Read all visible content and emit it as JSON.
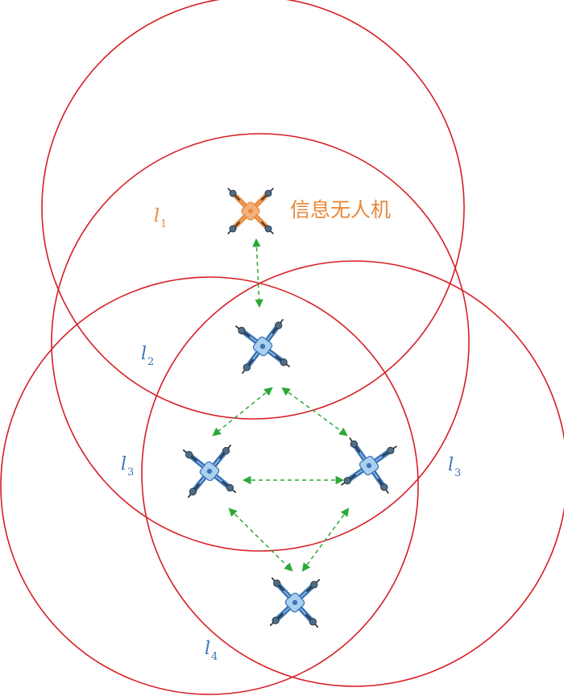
{
  "info_uav": {
    "label": "信息无人机",
    "color": "#e8883a",
    "fill": "#f3b07e"
  },
  "follower_uav": {
    "color": "#3b74b5",
    "fill": "#a9d0ef"
  },
  "ring_color": "#d81e25",
  "link_color": "#2aa836",
  "layers": [
    {
      "id": "l1",
      "letter": "l",
      "subscript": "1",
      "color": "#e8883a"
    },
    {
      "id": "l2",
      "letter": "l",
      "subscript": "2",
      "color": "#3b74b5"
    },
    {
      "id": "l3a",
      "letter": "l",
      "subscript": "3",
      "color": "#3b74b5"
    },
    {
      "id": "l3b",
      "letter": "l",
      "subscript": "3",
      "color": "#3b74b5"
    },
    {
      "id": "l4",
      "letter": "l",
      "subscript": "4",
      "color": "#3b74b5"
    }
  ],
  "icons": [
    "quadcopter-icon"
  ]
}
